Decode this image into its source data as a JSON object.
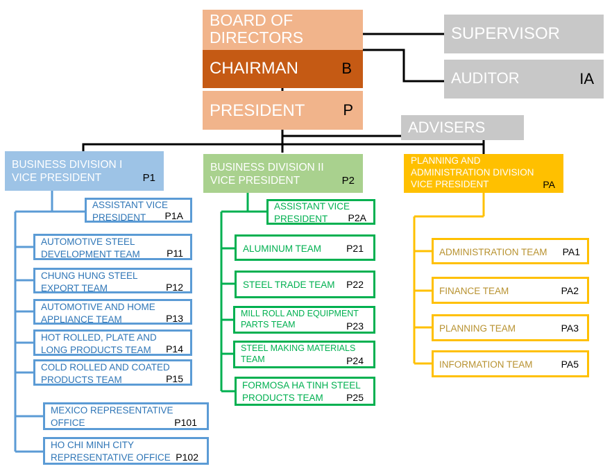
{
  "top": {
    "board": "BOARD OF\nDIRECTORS",
    "chairman": "CHAIRMAN",
    "chairman_code": "B",
    "president": "PRESIDENT",
    "president_code": "P",
    "supervisor": "SUPERVISOR",
    "auditor": "AUDITOR",
    "auditor_code": "IA",
    "advisers": "ADVISERS"
  },
  "divisions": [
    {
      "name": "BUSINESS DIVISION  I\nVICE PRESIDENT",
      "code": "P1",
      "color": "#9dc3e6",
      "teams": [
        {
          "name": "ASSISTANT VICE\nPRESIDENT",
          "code": "P1A"
        },
        {
          "name": "AUTOMOTIVE STEEL\nDEVELOPMENT TEAM",
          "code": "P11"
        },
        {
          "name": "CHUNG HUNG STEEL\nEXPORT TEAM",
          "code": "P12"
        },
        {
          "name": "AUTOMOTIVE AND HOME\nAPPLIANCE TEAM",
          "code": "P13"
        },
        {
          "name": "HOT ROLLED, PLATE AND\nLONG PRODUCTS TEAM",
          "code": "P14"
        },
        {
          "name": "COLD ROLLED AND COATED\nPRODUCTS TEAM",
          "code": "P15"
        },
        {
          "name": "MEXICO REPRESENTATIVE\nOFFICE",
          "code": "P101"
        },
        {
          "name": "HO CHI  MINH CITY\nREPRESENTATIVE OFFICE",
          "code": "P102"
        }
      ]
    },
    {
      "name": "BUSINESS DIVISION  II\nVICE PRESIDENT",
      "code": "P2",
      "color": "#a9d18e",
      "teams": [
        {
          "name": "ASSISTANT VICE\nPRESIDENT",
          "code": "P2A"
        },
        {
          "name": "ALUMINUM TEAM",
          "code": "P21"
        },
        {
          "name": "STEEL TRADE TEAM",
          "code": "P22"
        },
        {
          "name": "MILL ROLL AND EQUIPMENT\nPARTS TEAM",
          "code": "P23"
        },
        {
          "name": "STEEL MAKING MATERIALS\nTEAM",
          "code": "P24"
        },
        {
          "name": "FORMOSA HA TINH STEEL\nPRODUCTS TEAM",
          "code": "P25"
        }
      ]
    },
    {
      "name": "PLANNING AND\nADMINISTRATION DIVISION\nVICE PRESIDENT",
      "code": "PA",
      "color": "#ffc000",
      "teams": [
        {
          "name": "ADMINISTRATION TEAM",
          "code": "PA1"
        },
        {
          "name": "FINANCE  TEAM",
          "code": "PA2"
        },
        {
          "name": "PLANNING TEAM",
          "code": "PA3"
        },
        {
          "name": "INFORMATION  TEAM",
          "code": "PA5"
        }
      ]
    }
  ]
}
